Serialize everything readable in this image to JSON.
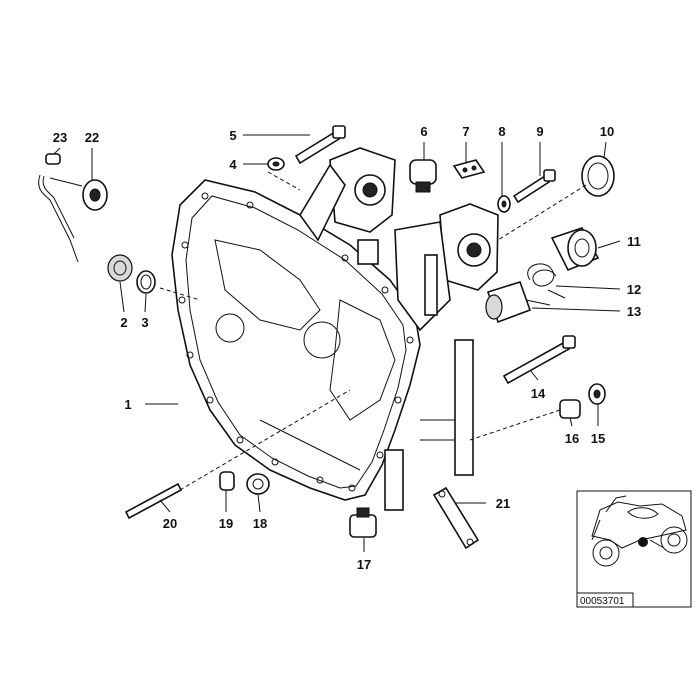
{
  "diagram": {
    "callouts": [
      {
        "id": "1",
        "label": "1"
      },
      {
        "id": "2",
        "label": "2"
      },
      {
        "id": "3",
        "label": "3"
      },
      {
        "id": "4",
        "label": "4"
      },
      {
        "id": "5",
        "label": "5"
      },
      {
        "id": "6",
        "label": "6"
      },
      {
        "id": "7",
        "label": "7"
      },
      {
        "id": "8",
        "label": "8"
      },
      {
        "id": "9",
        "label": "9"
      },
      {
        "id": "10",
        "label": "10"
      },
      {
        "id": "11",
        "label": "11"
      },
      {
        "id": "12",
        "label": "12"
      },
      {
        "id": "13",
        "label": "13"
      },
      {
        "id": "14",
        "label": "14"
      },
      {
        "id": "15",
        "label": "15"
      },
      {
        "id": "16",
        "label": "16"
      },
      {
        "id": "17",
        "label": "17"
      },
      {
        "id": "18",
        "label": "18"
      },
      {
        "id": "19",
        "label": "19"
      },
      {
        "id": "20",
        "label": "20"
      },
      {
        "id": "21",
        "label": "21"
      },
      {
        "id": "22",
        "label": "22"
      },
      {
        "id": "23",
        "label": "23"
      }
    ],
    "inset": {
      "code": "00053701",
      "marker_color": "#111111"
    }
  }
}
